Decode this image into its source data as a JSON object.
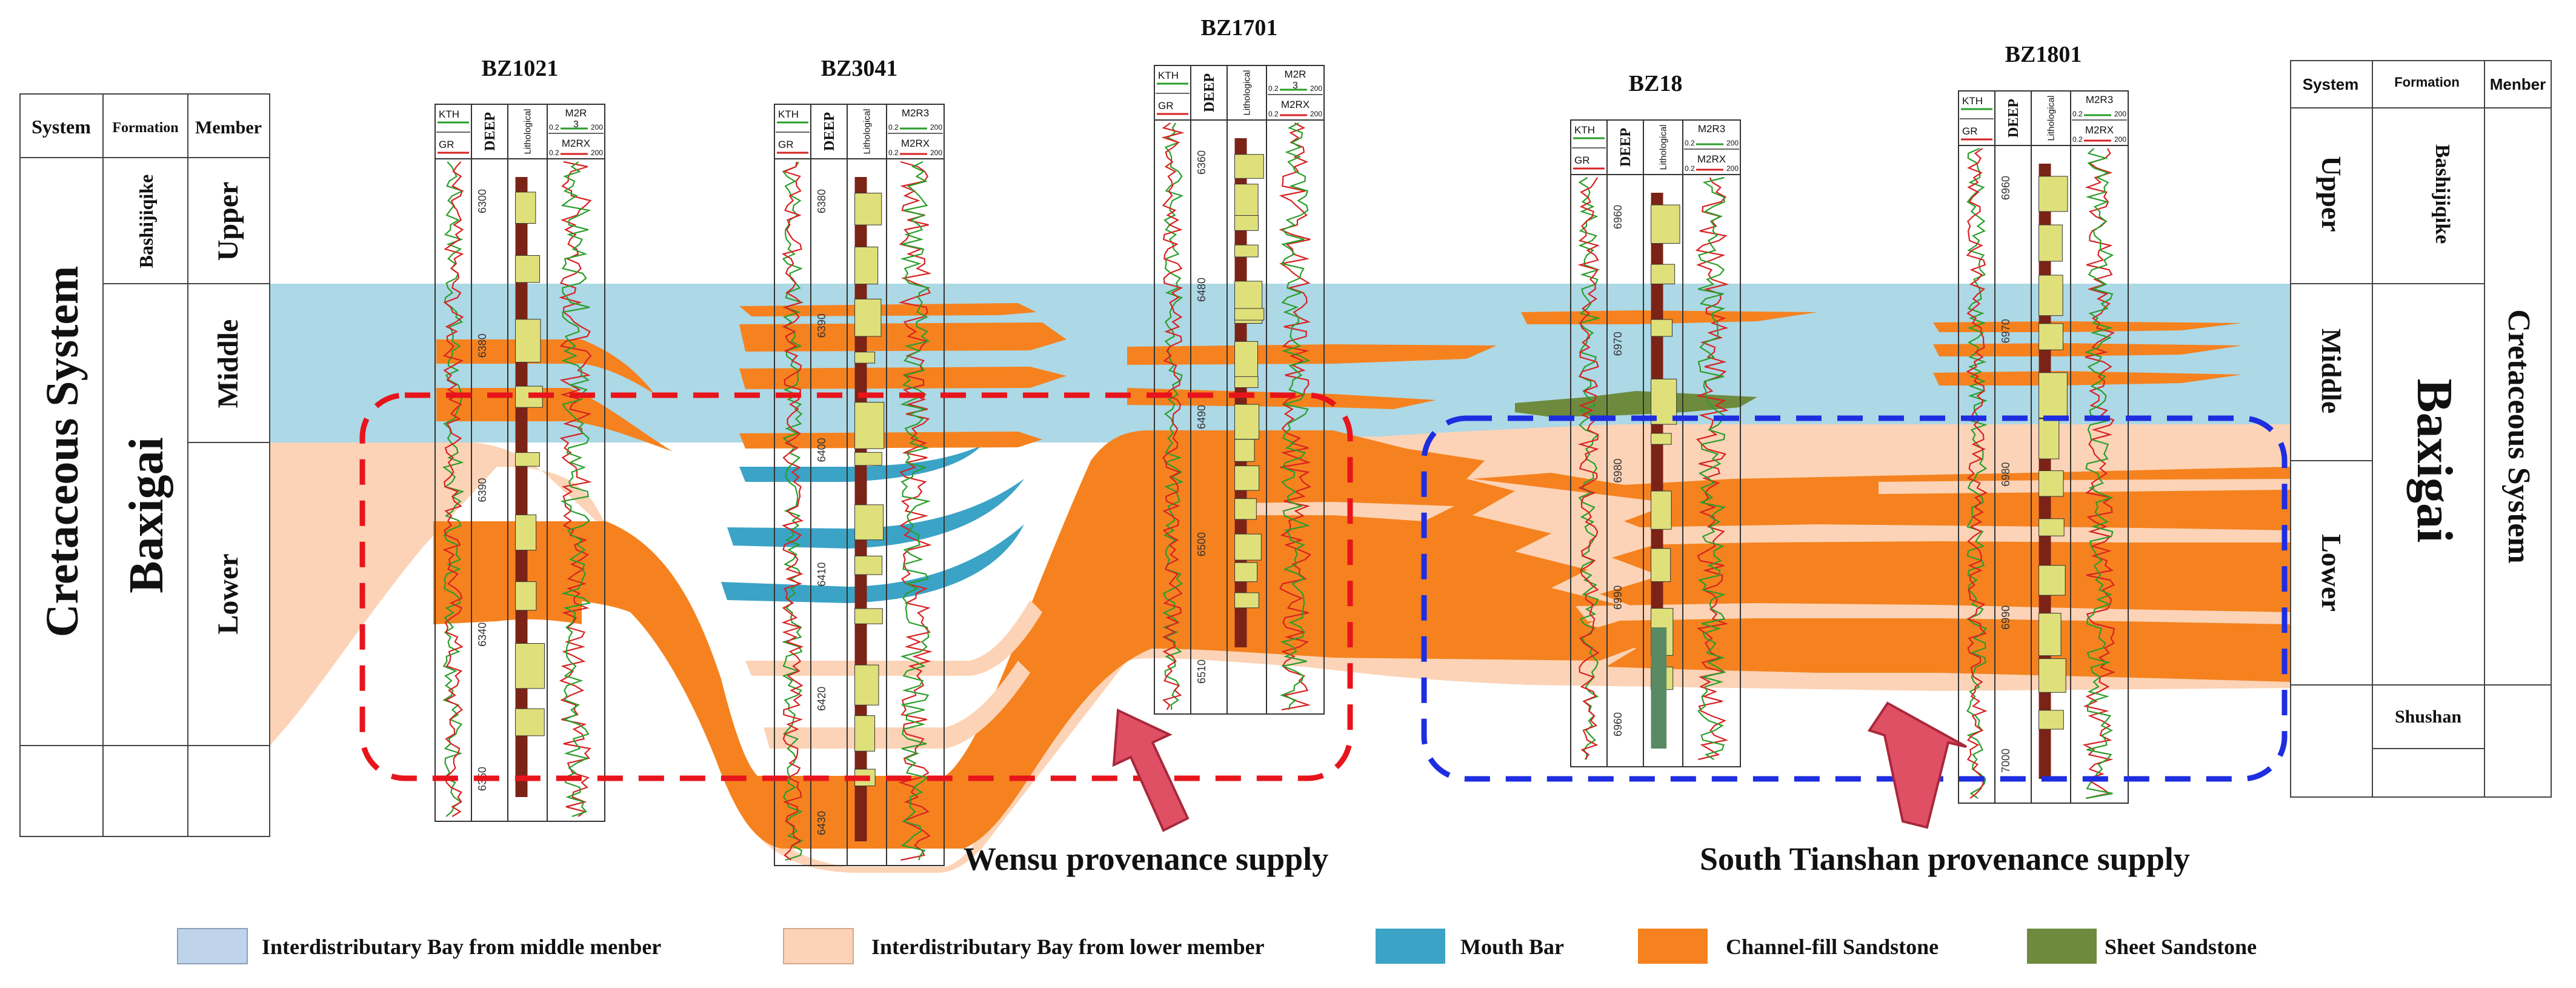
{
  "colors": {
    "middle_bay": "#add8e6",
    "lower_bay": "#fcd3b6",
    "mouth_bar": "#3ba3c6",
    "channel": "#f5821f",
    "sheet": "#6e8b3d",
    "litho_sand": "#dfe07a",
    "litho_mud": "#7b2317",
    "litho_green": "#5a8a64",
    "gr_curve": "#2a9d2a",
    "res_curve": "#d62222",
    "wensu_box": "#e8141b",
    "tianshan_box": "#1e2de0",
    "arrow": "#e05064"
  },
  "left_column": {
    "headers": [
      "System",
      "Formation",
      "Member"
    ],
    "system": "Cretaceous System",
    "formation_upper": "Bashijiqike",
    "formation_main": "Baxigai",
    "members": [
      "Upper",
      "Middle",
      "Lower"
    ]
  },
  "right_column": {
    "headers": [
      "System",
      "Formation",
      "Menber"
    ],
    "system": "Cretaceous System",
    "formation_upper": "Bashijiqike",
    "formation_main": "Baxigai",
    "formation_lower": "Shushan",
    "members": [
      "Upper",
      "Middle",
      "Lower"
    ]
  },
  "wells": [
    {
      "name": "BZ1021",
      "log_left_top": "KTH",
      "log_left_bottom": "GR",
      "depth_label": "DEEP",
      "litho_label": "Lithological",
      "log_right_top": "M2R",
      "log_right_mid": "3",
      "log_right_bottom": "M2RX",
      "scale_left": "0.2",
      "scale_right": "200",
      "depth_ticks": [
        "6300",
        "6380",
        "6390",
        "6340",
        "6350"
      ]
    },
    {
      "name": "BZ3041",
      "log_left_top": "KTH",
      "log_left_bottom": "GR",
      "depth_label": "DEEP",
      "litho_label": "Lithological",
      "log_right_top": "M2R3",
      "log_right_mid": "",
      "log_right_bottom": "M2RX",
      "scale_left": "0.2",
      "scale_right": "200",
      "depth_ticks": [
        "6380",
        "6390",
        "6400",
        "6410",
        "6420",
        "6430"
      ]
    },
    {
      "name": "BZ1701",
      "log_left_top": "KTH",
      "log_left_bottom": "GR",
      "depth_label": "DEEP",
      "litho_label": "Lithological",
      "log_right_top": "M2R",
      "log_right_mid": "3",
      "log_right_bottom": "M2RX",
      "scale_left": "0.2",
      "scale_right": "200",
      "depth_ticks": [
        "6360",
        "6480",
        "6490",
        "6500",
        "6510"
      ]
    },
    {
      "name": "BZ18",
      "log_left_top": "KTH",
      "log_left_bottom": "GR",
      "depth_label": "DEEP",
      "litho_label": "Lithological",
      "log_right_top": "M2R3",
      "log_right_mid": "",
      "log_right_bottom": "M2RX",
      "scale_left": "0.2",
      "scale_right": "200",
      "depth_ticks": [
        "6960",
        "6970",
        "6980",
        "6990",
        "6960"
      ]
    },
    {
      "name": "BZ1801",
      "log_left_top": "KTH",
      "log_left_bottom": "GR",
      "depth_label": "DEEP",
      "litho_label": "Lithological",
      "log_right_top": "M2R3",
      "log_right_mid": "",
      "log_right_bottom": "M2RX",
      "scale_left": "0.2",
      "scale_right": "200",
      "depth_ticks": [
        "6960",
        "6970",
        "6980",
        "6990",
        "7000"
      ]
    }
  ],
  "provenance": {
    "wensu": "Wensu provenance supply",
    "tianshan": "South Tianshan provenance supply"
  },
  "legend": [
    {
      "label": "Interdistributary Bay from middle menber",
      "color": "#bfd3ea"
    },
    {
      "label": "Interdistributary Bay from lower member",
      "color": "#fcd3b6"
    },
    {
      "label": "Mouth Bar",
      "color": "#3ba3c6"
    },
    {
      "label": "Channel-fill Sandstone",
      "color": "#f5821f"
    },
    {
      "label": "Sheet Sandstone",
      "color": "#6e8b3d"
    }
  ]
}
